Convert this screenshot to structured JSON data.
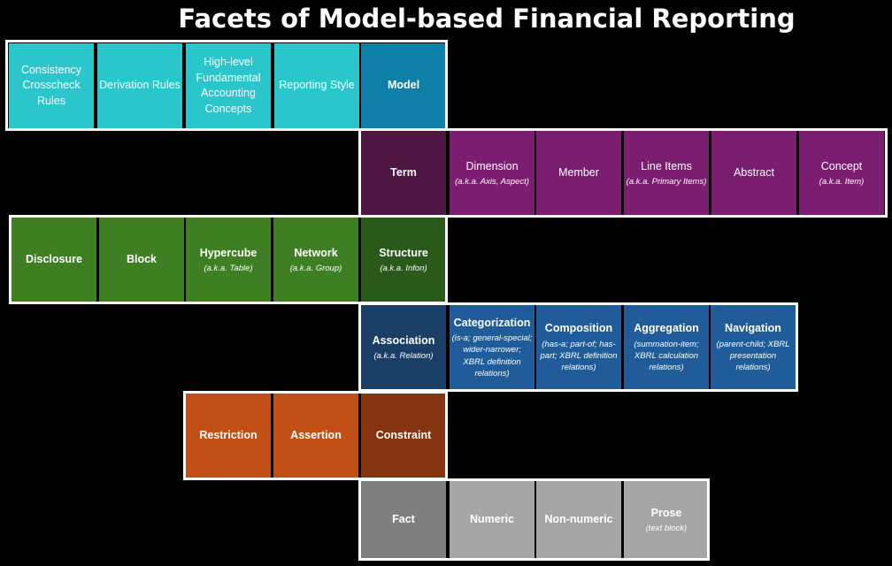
{
  "title": "Facets of Model-based Financial Reporting",
  "rows": {
    "model": {
      "items": [
        {
          "label": "Consistency Crosscheck Rules"
        },
        {
          "label": "Derivation Rules"
        },
        {
          "label": "High-level Fundamental Accounting Concepts"
        },
        {
          "label": "Reporting Style"
        },
        {
          "label": "Model"
        }
      ]
    },
    "term": {
      "items": [
        {
          "label": "Term"
        },
        {
          "label": "Dimension",
          "aka": "(a.k.a. Axis, Aspect)"
        },
        {
          "label": "Member"
        },
        {
          "label": "Line Items",
          "aka": "(a.k.a. Primary Items)"
        },
        {
          "label": "Abstract"
        },
        {
          "label": "Concept",
          "aka": "(a.k.a. Item)"
        }
      ]
    },
    "structure": {
      "items": [
        {
          "label": "Disclosure"
        },
        {
          "label": "Block"
        },
        {
          "label": "Hypercube",
          "aka": "(a.k.a. Table)"
        },
        {
          "label": "Network",
          "aka": "(a.k.a. Group)"
        },
        {
          "label": "Structure",
          "aka": "(a.k.a. Infon)"
        }
      ]
    },
    "association": {
      "items": [
        {
          "label": "Association",
          "aka": "(a.k.a. Relation)"
        },
        {
          "label": "Categorization",
          "aka": "(is-a; general-special; wider-narrower; XBRL definition relations)"
        },
        {
          "label": "Composition",
          "aka": "(has-a; part-of; has-part; XBRL definition relations)"
        },
        {
          "label": "Aggregation",
          "aka": "(summation-item; XBRL calculation relations)"
        },
        {
          "label": "Navigation",
          "aka": "(parent-child; XBRL presentation relations)"
        }
      ]
    },
    "constraint": {
      "items": [
        {
          "label": "Restriction"
        },
        {
          "label": "Assertion"
        },
        {
          "label": "Constraint"
        }
      ]
    },
    "fact": {
      "items": [
        {
          "label": "Fact"
        },
        {
          "label": "Numeric"
        },
        {
          "label": "Non-numeric"
        },
        {
          "label": "Prose",
          "aka": "(text block)"
        }
      ]
    }
  }
}
